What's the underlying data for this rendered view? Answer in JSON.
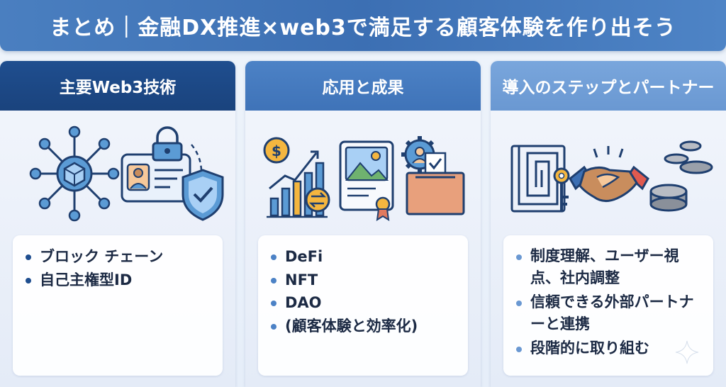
{
  "title": "まとめ｜金融DX推進×web3で満足する顧客体験を作り出そう",
  "colors": {
    "title_bar": "#3c6fb3",
    "col1_header": "#1f4e8f",
    "col2_header": "#4c82c6",
    "col3_header": "#79a6dc",
    "text_dark": "#1c2a44"
  },
  "columns": [
    {
      "header": "主要Web3技術",
      "icons": [
        "blockchain-network-icon",
        "digital-id-card-icon",
        "padlock-icon",
        "shield-check-icon"
      ],
      "items": [
        "ブロック チェーン",
        "自己主権型ID"
      ]
    },
    {
      "header": "応用と成果",
      "icons": [
        "coin-dollar-icon",
        "growth-bar-chart-icon",
        "exchange-arrows-icon",
        "nft-picture-certificate-icon",
        "gear-user-icon",
        "ballot-box-icon"
      ],
      "items": [
        "DeFi",
        "NFT",
        "DAO",
        "(顧客体験と効率化)"
      ]
    },
    {
      "header": "導入のステップとパートナー",
      "icons": [
        "maze-icon",
        "key-icon",
        "handshake-icon",
        "coin-stack-icon"
      ],
      "items": [
        "制度理解、ユーザー視点、社内調整",
        "信頼できる外部パートナーと連携",
        "段階的に取り組む"
      ]
    }
  ]
}
